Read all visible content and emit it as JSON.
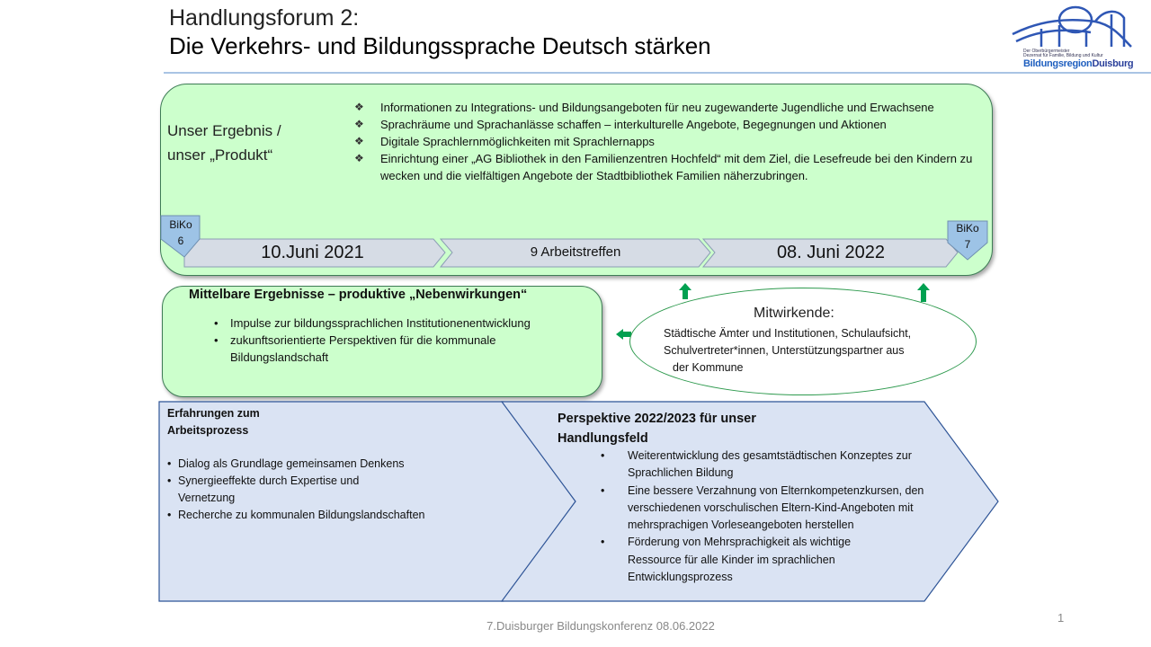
{
  "header": {
    "title_line1": "Handlungsforum 2:",
    "title_line2": "Die Verkehrs- und Bildungssprache Deutsch stärken"
  },
  "logo": {
    "line1": "Der Oberbürgermeister",
    "line2": "Dezernat für Familie, Bildung und Kultur",
    "brand_a": "Bildungsregion",
    "brand_b": "Duisburg"
  },
  "result": {
    "label": "Unser Ergebnis / unser „Produkt“",
    "items": [
      "Informationen zu Integrations- und Bildungsangeboten für neu zugewanderte Jugendliche und Erwachsene",
      "Sprachräume und Sprachanlässe schaffen – interkulturelle Angebote, Begegnungen und Aktionen",
      "Digitale Sprachlernmöglichkeiten mit Sprachlernapps",
      "Einrichtung einer „AG  Bibliothek in den Familienzentren Hochfeld“ mit dem Ziel, die Lesefreude bei den Kindern zu wecken und die vielfältigen Angebote der Stadtbibliothek Familien näherzubringen."
    ]
  },
  "timeline": {
    "start": "10.Juni 2021",
    "middle": "9 Arbeitstreffen",
    "end": "08. Juni 2022",
    "marker_start": {
      "line1": "BiKo",
      "line2": "6"
    },
    "marker_end": {
      "line1": "BiKo",
      "line2": "7"
    }
  },
  "indirect": {
    "title": "Mittelbare Ergebnisse – produktive „Nebenwirkungen“",
    "items": [
      "Impulse zur bildungssprachlichen Institutionenentwicklung",
      "zukunftsorientierte Perspektiven für die kommunale Bildungslandschaft"
    ]
  },
  "contributors": {
    "title": "Mitwirkende:",
    "lines": [
      "Städtische Ämter und Institutionen,  Schulaufsicht,",
      "Schulvertreter*innen,  Unterstützungspartner aus",
      "der Kommune"
    ]
  },
  "experience": {
    "title_line1": "Erfahrungen zum",
    "title_line2": "Arbeitsprozess",
    "items": [
      "Dialog als Grundlage gemeinsamen Denkens",
      "Synergieeffekte durch Expertise und Vernetzung",
      "Recherche zu kommunalen  Bildungslandschaften"
    ]
  },
  "perspective": {
    "title": "Perspektive 2022/2023 für unser Handlungsfeld",
    "items": [
      "Weiterentwicklung des gesamtstädtischen Konzeptes zur Sprachlichen Bildung",
      "Eine bessere Verzahnung von Elternkompetenzkursen, den verschiedenen vorschulischen  Eltern-Kind-Angeboten  mit mehrsprachigen Vorleseangeboten herstellen",
      "Förderung  von Mehrsprachigkeit als wichtige Ressource für alle Kinder im sprachlichen Entwicklungsprozess"
    ]
  },
  "footer": {
    "text": "7.Duisburger Bildungskonferenz 08.06.2022",
    "page": "1"
  },
  "colors": {
    "green_fill": "#ccffcc",
    "blue_fill": "#dae3f3",
    "arrow_green": "#00a050",
    "marker_blue": "#9dc3e6"
  }
}
